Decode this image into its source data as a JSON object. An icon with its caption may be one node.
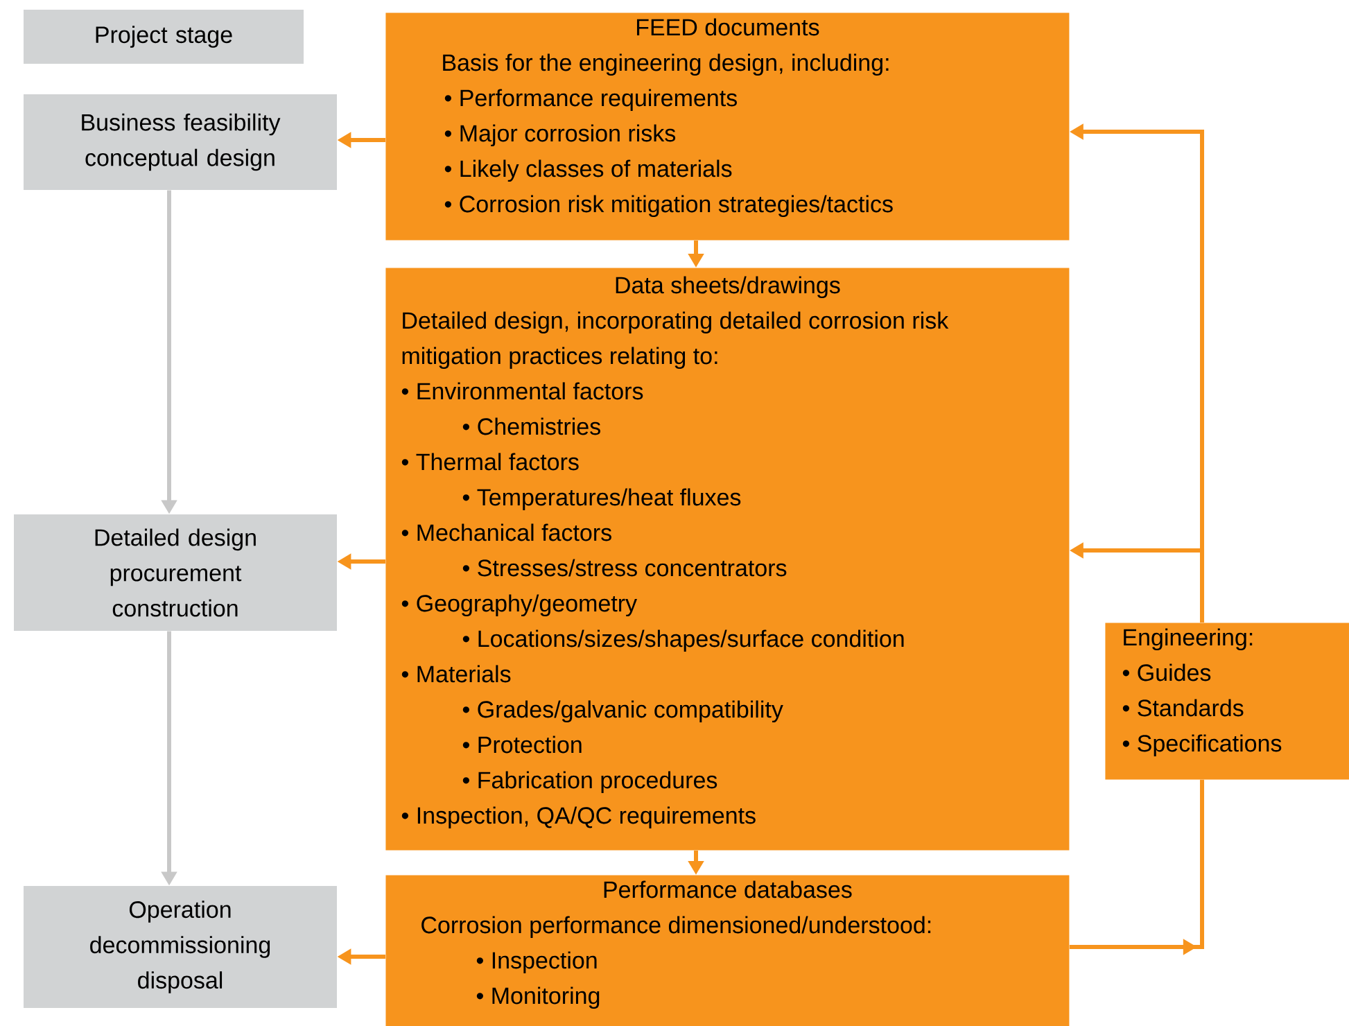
{
  "diagram": {
    "nodes": [
      {
        "text": [
          "Project stage"
        ]
      },
      {
        "text": [
          "Business feasibility conceptual design"
        ]
      },
      {
        "text": [
          "Detailed design procurement construction"
        ]
      },
      {
        "text": [
          "Operation decommissioning disposal"
        ]
      },
      {
        "text": [
          "FEED documents",
          "Basis for the engineering design, including:",
          "• Performance requirements",
          "• Major corrosion risks",
          "• Likely classes of materials",
          "• Corrosion risk mitigation strategies/tactics"
        ]
      },
      {
        "text": [
          "Data sheets/drawings",
          "Detailed design, incorporating detailed corrosion risk mitigation practices relating to:",
          "• Environmental factors",
          "• Chemistries",
          "• Thermal factors",
          "• Temperatures/heat fluxes",
          "• Mechanical factors",
          "• Stresses/stress concentrators",
          "• Geography/geometry",
          "• Locations/sizes/shapes/surface condition",
          "• Materials",
          "• Grades/galvanic compatibility",
          "• Protection",
          "• Fabrication procedures",
          "• Inspection, QA/QC requirements"
        ]
      },
      {
        "text": [
          "Performance databases",
          "Corrosion performance dimensioned/understood:",
          "• Inspection",
          "• Monitoring"
        ]
      },
      {
        "text": [
          "Engineering:",
          "• Guides",
          "• Standards",
          "• Specifications"
        ]
      }
    ],
    "edges": [
      {
        "from": 1,
        "to": 2,
        "arrow": "to",
        "color": "#c8c8c8"
      },
      {
        "from": 2,
        "to": 3,
        "arrow": "to",
        "color": "#c8c8c8"
      },
      {
        "from": 4,
        "to": 1,
        "arrow": "to"
      },
      {
        "from": 5,
        "to": 2,
        "arrow": "to"
      },
      {
        "from": 6,
        "to": 3,
        "arrow": "to"
      },
      {
        "from": 4,
        "to": 5,
        "arrow": "to"
      },
      {
        "from": 5,
        "to": 6,
        "arrow": "to"
      },
      {
        "from": 7,
        "to": 4,
        "arrow": "to"
      },
      {
        "from": 7,
        "to": 5,
        "arrow": "to"
      },
      {
        "from": 6,
        "to": 7,
        "arrow": "to"
      }
    ]
  }
}
